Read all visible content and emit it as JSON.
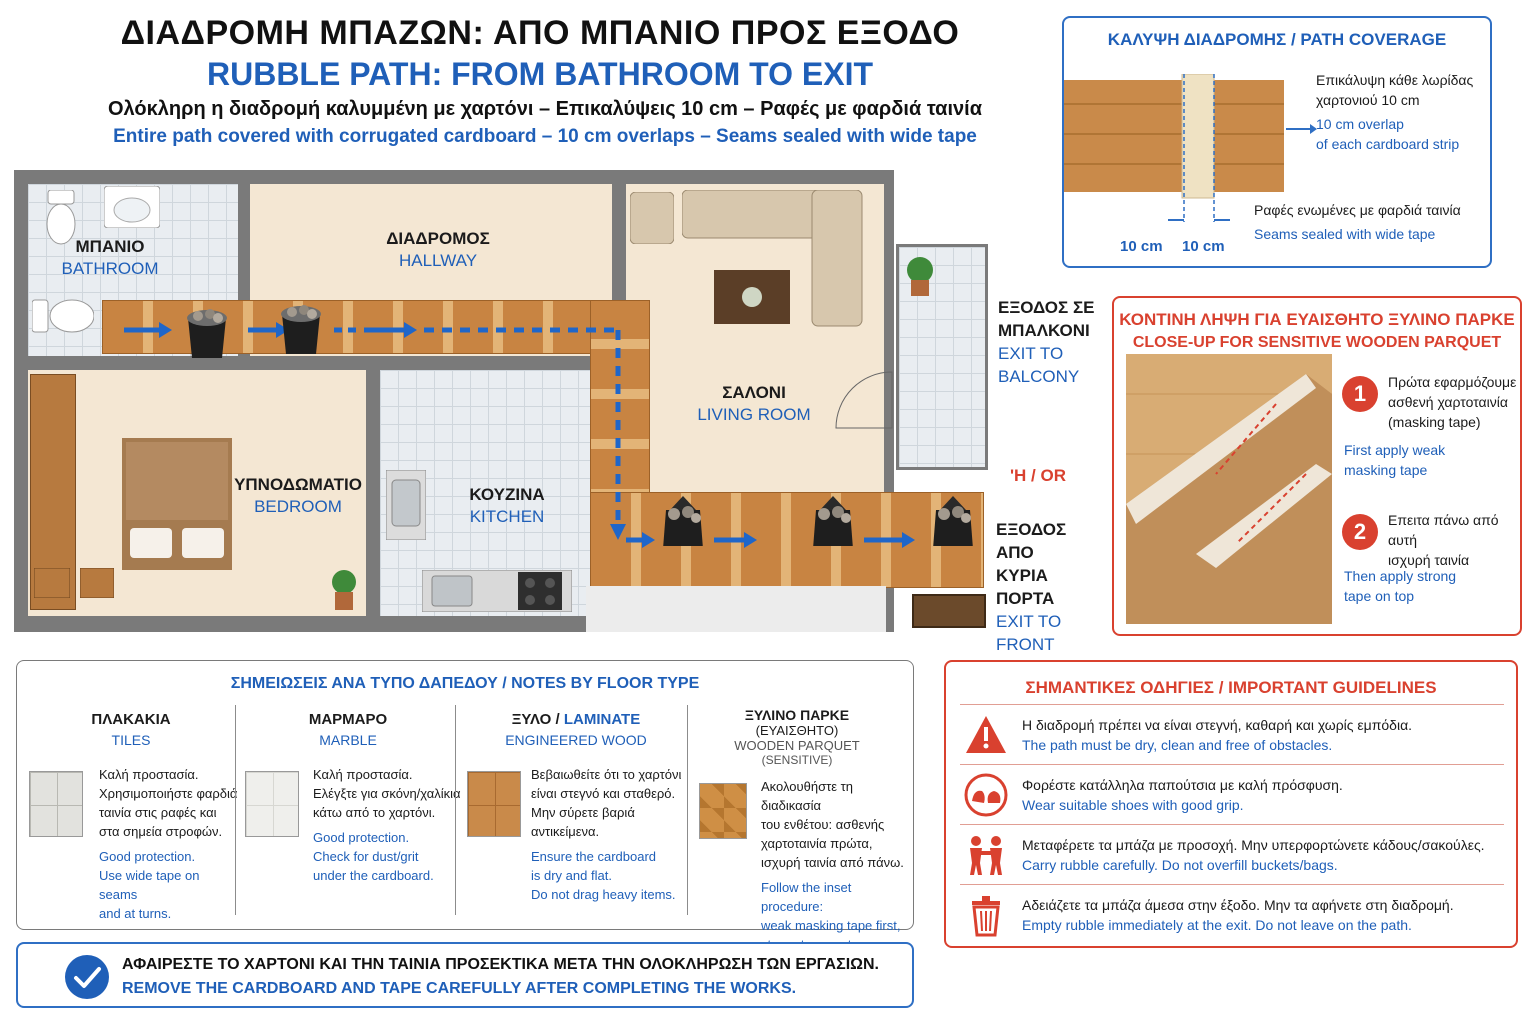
{
  "header": {
    "title_gr": "ΔΙΑΔΡΟΜΗ ΜΠΑΖΩΝ: ΑΠΟ ΜΠΑΝΙΟ ΠΡΟΣ ΕΞΟΔΟ",
    "title_en": "RUBBLE PATH: FROM BATHROOM TO EXIT",
    "subtitle_gr": "Ολόκληρη η διαδρομή καλυμμένη με χαρτόνι – Επικαλύψεις 10 cm – Ραφές με φαρδιά ταινία",
    "subtitle_en": "Entire path covered with corrugated cardboard – 10 cm overlaps – Seams sealed with wide tape"
  },
  "rooms": {
    "bathroom": {
      "gr": "ΜΠΑΝΙΟ",
      "en": "BATHROOM"
    },
    "hallway": {
      "gr": "ΔΙΑΔΡΟΜΟΣ",
      "en": "HALLWAY"
    },
    "living": {
      "gr": "ΣΑΛΟΝΙ",
      "en": "LIVING ROOM"
    },
    "bedroom": {
      "gr": "ΥΠΝΟΔΩΜΑΤΙΟ",
      "en": "BEDROOM"
    },
    "kitchen": {
      "gr": "ΚΟΥΖΙΝΑ",
      "en": "KITCHEN"
    }
  },
  "exits": {
    "balcony": {
      "gr1": "ΕΞΟΔΟΣ ΣΕ",
      "gr2": "ΜΠΑΛΚΟΝΙ",
      "en1": "EXIT TO",
      "en2": "BALCONY"
    },
    "or": "'Η / OR",
    "front": {
      "gr1": "ΕΞΟΔΟΣ ΑΠΟ",
      "gr2": "ΚΥΡΙΑ ΠΟΡΤΑ",
      "en1": "EXIT TO",
      "en2": "FRONT DOOR"
    }
  },
  "coverage": {
    "title": "ΚΑΛΥΨΗ ΔΙΑΔΡΟΜΗΣ / PATH COVERAGE",
    "overlap_gr1": "Επικάλυψη κάθε λωρίδας",
    "overlap_gr2": "χαρτονιού 10 cm",
    "overlap_en1": "10 cm overlap",
    "overlap_en2": "of each cardboard strip",
    "seams_gr": "Ραφές ενωμένες με φαρδιά ταινία",
    "seams_en": "Seams sealed with wide tape",
    "dim1": "10 cm",
    "dim2": "10 cm"
  },
  "closeup": {
    "title_gr": "ΚΟΝΤΙΝΗ ΛΗΨΗ ΓΙΑ ΕΥΑΙΣΘΗΤΟ ΞΥΛΙΝΟ ΠΑΡΚΕ",
    "title_en": "CLOSE-UP FOR SENSITIVE WOODEN PARQUET",
    "step1_num": "1",
    "step1_gr1": "Πρώτα εφαρμόζουμε",
    "step1_gr2": "ασθενή χαρτοταινία",
    "step1_gr3": "(masking tape)",
    "step1_en1": "First apply weak",
    "step1_en2": "masking tape",
    "step2_num": "2",
    "step2_gr1": "Επειτα πάνω από αυτή",
    "step2_gr2": "ισχυρή ταινία",
    "step2_en1": "Then apply strong",
    "step2_en2": "tape on top"
  },
  "notes": {
    "title": "ΣΗΜΕΙΩΣΕΙΣ ΑΝΑ ΤΥΠΟ ΔΑΠΕΔΟΥ / NOTES BY FLOOR TYPE",
    "tiles": {
      "head_gr": "ΠΛΑΚΑΚΙΑ",
      "head_en": "TILES",
      "gr": [
        "Καλή προστασία.",
        "Χρησιμοποιήστε φαρδιά",
        "ταινία στις ραφές και",
        "στα σημεία στροφών."
      ],
      "en": [
        "Good protection.",
        "Use wide tape on seams",
        "and at turns."
      ]
    },
    "marble": {
      "head_gr": "ΜΑΡΜΑΡΟ",
      "head_en": "MARBLE",
      "gr": [
        "Καλή προστασία.",
        "Ελέγξτε για σκόνη/χαλίκια",
        "κάτω από το χαρτόνι."
      ],
      "en": [
        "Good protection.",
        "Check for dust/grit",
        "under the cardboard."
      ]
    },
    "laminate": {
      "head_gr": "ΞΥΛΟ /",
      "head_gr2": "LAMINATE",
      "head_en": "ENGINEERED WOOD",
      "gr": [
        "Βεβαιωθείτε ότι το χαρτόνι",
        "είναι στεγνό και σταθερό.",
        "Μην σύρετε βαριά αντικείμενα."
      ],
      "en": [
        "Ensure the cardboard",
        "is dry and flat.",
        "Do not drag heavy items."
      ]
    },
    "parquet": {
      "head_gr": "ΞΥΛΙΝΟ ΠΑΡΚΕ",
      "head_gr2": "(ΕΥΑΙΣΘΗΤΟ)",
      "head_en": "WOODEN PARQUET",
      "head_en2": "(SENSITIVE)",
      "gr": [
        "Ακολουθήστε τη διαδικασία",
        "του ενθέτου: ασθενής",
        "χαρτοταινία πρώτα,",
        "ισχυρή ταινία από πάνω."
      ],
      "en": [
        "Follow the inset procedure:",
        "weak masking tape first,",
        "strong tape on top."
      ]
    }
  },
  "guidelines": {
    "title": "ΣΗΜΑΝΤΙΚΕΣ ΟΔΗΓΙΕΣ / IMPORTANT GUIDELINES",
    "items": [
      {
        "gr": "Η διαδρομή πρέπει να είναι στεγνή, καθαρή και χωρίς εμπόδια.",
        "en": "The path must be dry, clean and free of obstacles."
      },
      {
        "gr": "Φορέστε κατάλληλα παπούτσια με καλή πρόσφυση.",
        "en": "Wear suitable shoes with good grip."
      },
      {
        "gr": "Μεταφέρετε τα μπάζα με προσοχή. Μην υπερφορτώνετε κάδους/σακούλες.",
        "en": "Carry rubble carefully. Do not overfill buckets/bags."
      },
      {
        "gr": "Αδειάζετε τα μπάζα άμεσα στην έξοδο. Μην τα αφήνετε στη διαδρομή.",
        "en": "Empty rubble immediately at the exit. Do not leave on the path."
      }
    ]
  },
  "footer": {
    "gr": "ΑΦΑΙΡΕΣΤΕ ΤΟ ΧΑΡΤΟΝΙ ΚΑΙ ΤΗΝ ΤΑΙΝΙΑ ΠΡΟΣΕΚΤΙΚΑ ΜΕΤΑ ΤΗΝ ΟΛΟΚΛΗΡΩΣΗ ΤΩΝ ΕΡΓΑΣΙΩΝ.",
    "en": "REMOVE THE CARDBOARD AND TAPE CAREFULLY AFTER COMPLETING THE WORKS."
  },
  "colors": {
    "accent_blue": "#1f5fb8",
    "accent_red": "#d9412f",
    "cardboard": "#c88442"
  }
}
